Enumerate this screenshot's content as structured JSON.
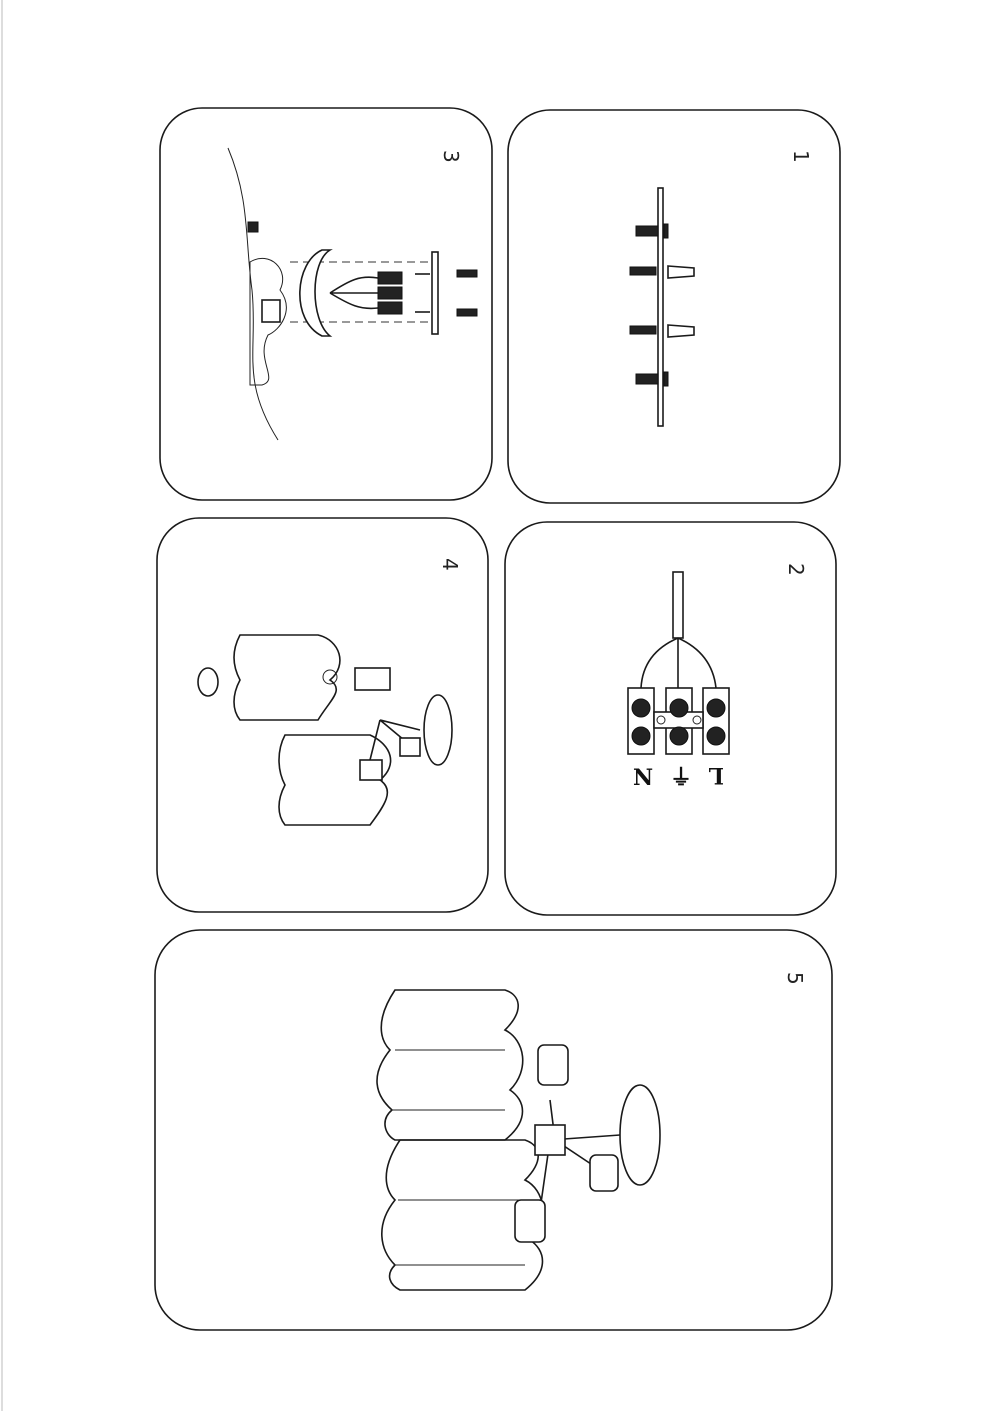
{
  "document": {
    "panels": [
      {
        "step": "1",
        "label": "1"
      },
      {
        "step": "2",
        "label": "2"
      },
      {
        "step": "3",
        "label": "3"
      },
      {
        "step": "4",
        "label": "4"
      },
      {
        "step": "5",
        "label": "5"
      }
    ],
    "wiring": {
      "live": "L",
      "neutral": "N",
      "earth": "⏚"
    },
    "colors": {
      "line": "#1a1a1a",
      "paper": "#ffffff"
    }
  }
}
